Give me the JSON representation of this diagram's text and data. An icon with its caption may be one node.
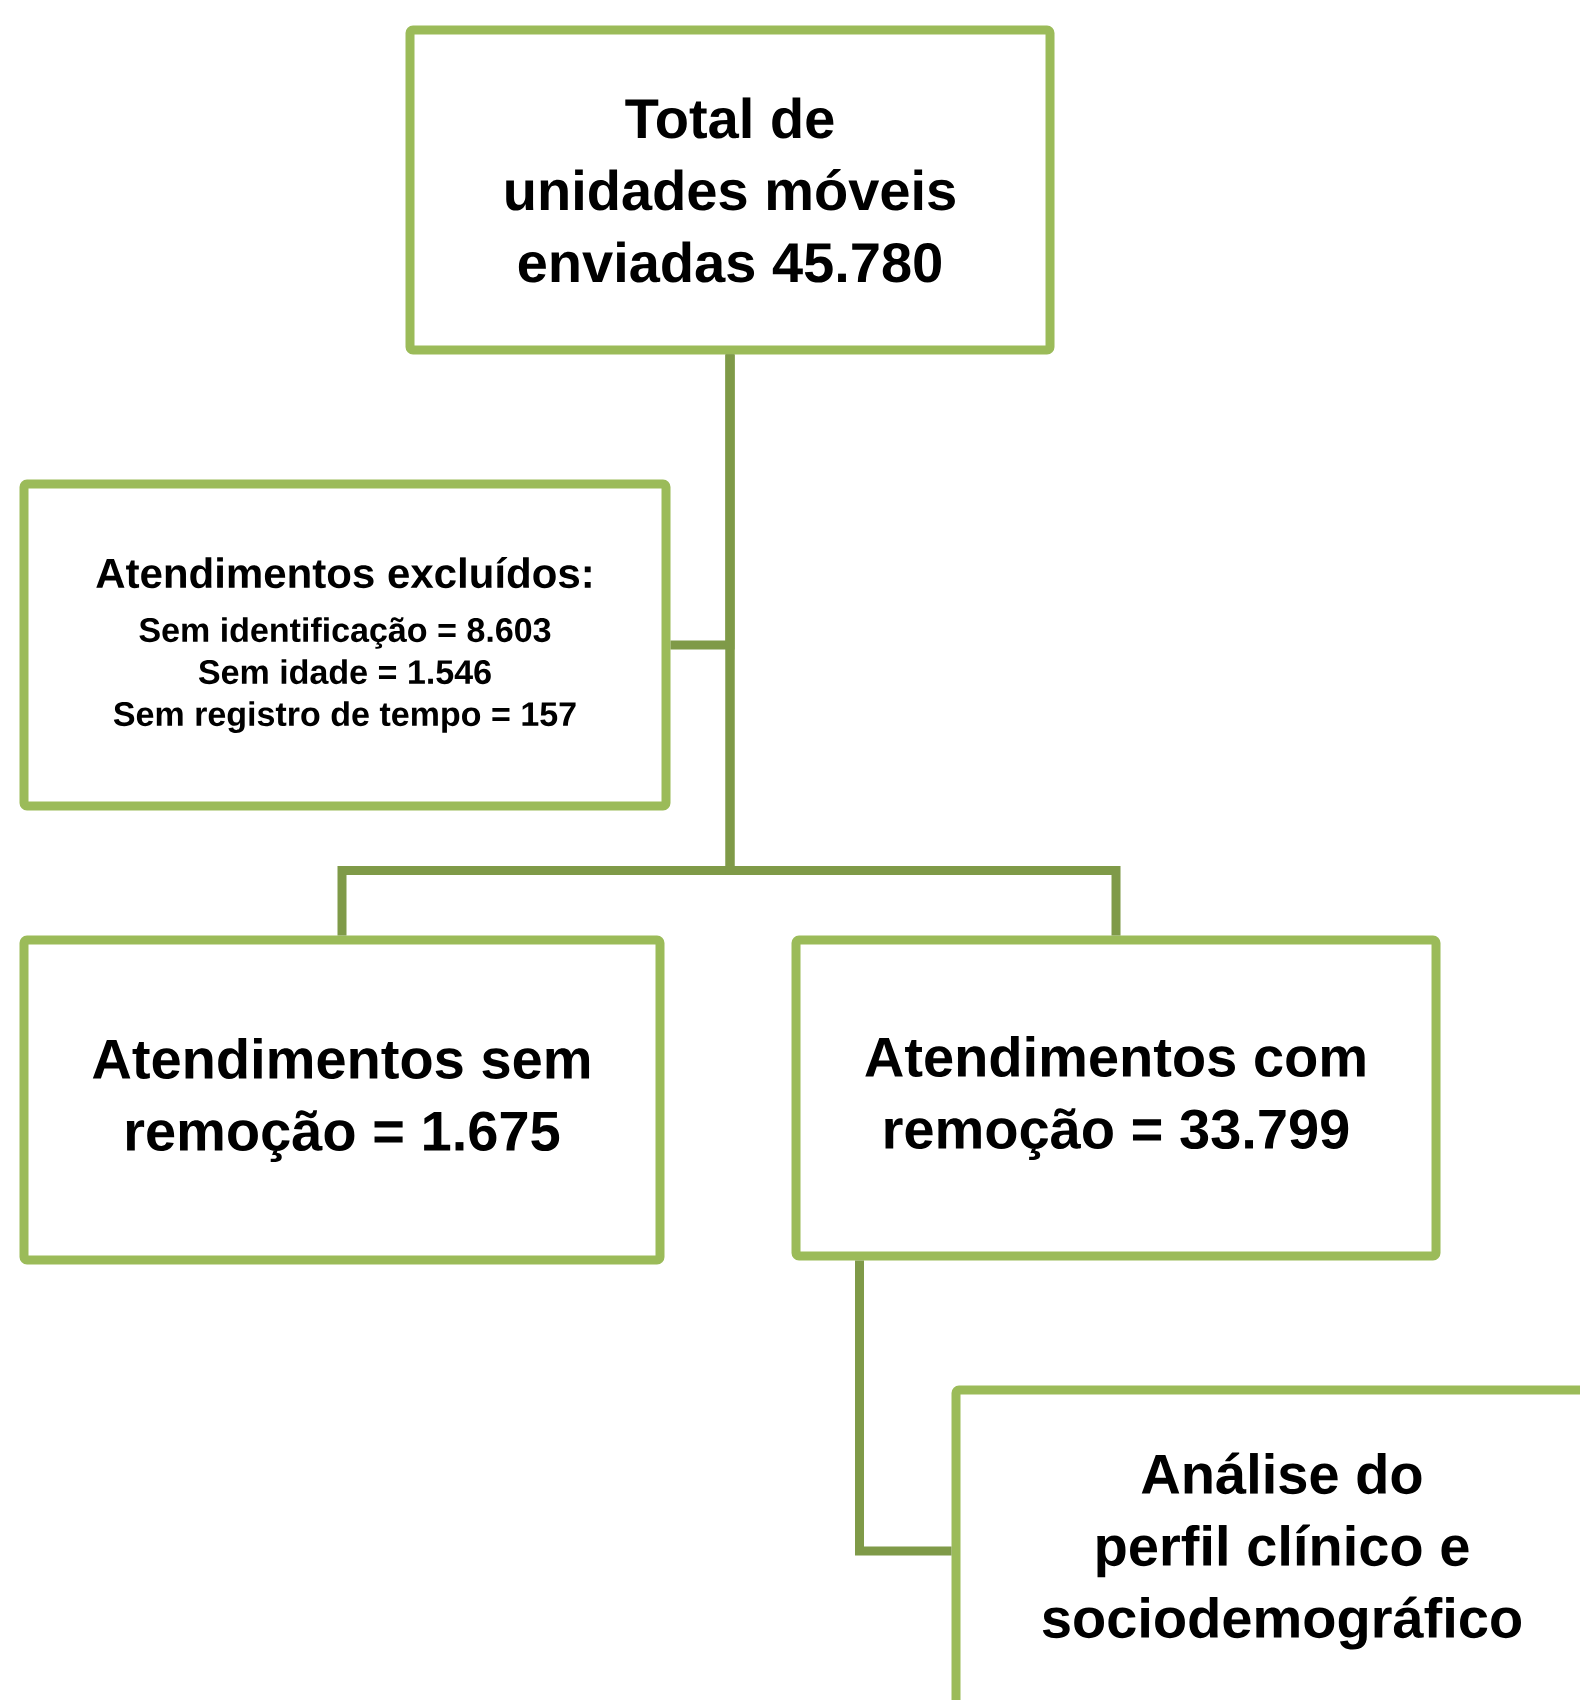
{
  "diagram": {
    "nodes": [
      {
        "text": [
          "Total de unidades móveis enviadas 45.780"
        ]
      },
      {
        "text": [
          "Atendimentos excluídos:",
          "Sem identificação = 8.603",
          "Sem idade = 1.546",
          "Sem registro de tempo = 157"
        ]
      },
      {
        "text": [
          "Atendimentos sem remoção = 1.675"
        ]
      },
      {
        "text": [
          "Atendimentos com remoção = 33.799"
        ]
      },
      {
        "text": [
          "Análise do perfil clínico e sociodemográfico"
        ]
      }
    ],
    "edges": [
      {
        "from": 0,
        "to": 1,
        "arrow": "none"
      },
      {
        "from": 0,
        "to": 2,
        "arrow": "none"
      },
      {
        "from": 0,
        "to": 3,
        "arrow": "none"
      },
      {
        "from": 3,
        "to": 4,
        "arrow": "none"
      }
    ]
  }
}
